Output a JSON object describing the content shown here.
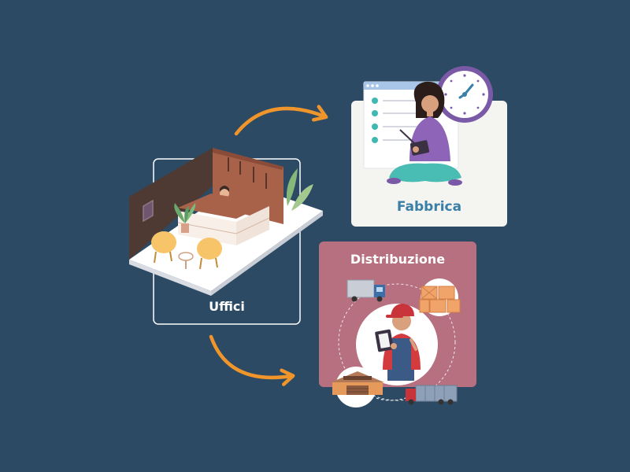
{
  "nodes": {
    "offices": {
      "label": "Uffici"
    },
    "factory": {
      "label": "Fabbrica"
    },
    "distribution": {
      "label": "Distribuzione"
    }
  },
  "colors": {
    "background": "#2c4a63",
    "arrow": "#f0952b",
    "offices_frame": "#ffffff",
    "factory_card": "#f4f4f1",
    "factory_title": "#3a7fa8",
    "distribution_card": "#b6707f",
    "accent_purple": "#7a5aa6",
    "accent_teal": "#3fb8b0"
  },
  "icons": [
    "reception-desk-illustration",
    "clock-icon",
    "checklist-icon",
    "worker-with-clipboard",
    "delivery-truck-icon",
    "boxes-icon",
    "warehouse-icon",
    "semi-truck-icon"
  ]
}
